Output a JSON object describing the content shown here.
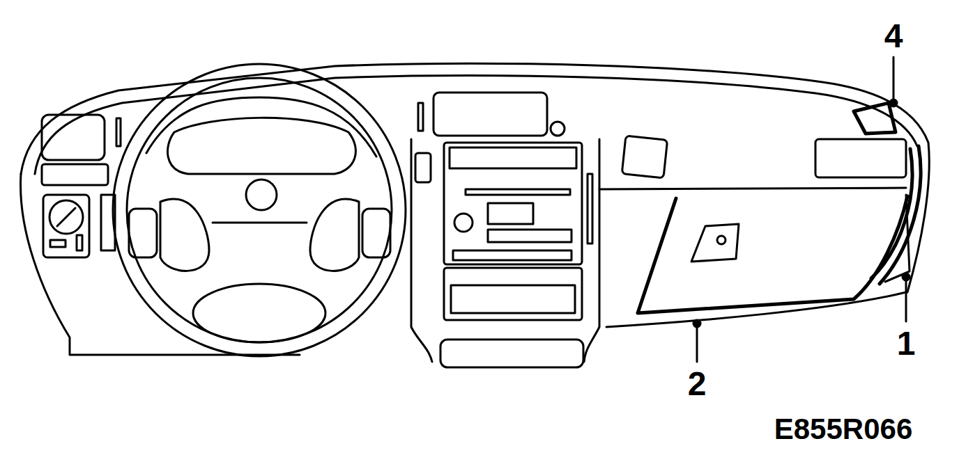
{
  "diagram": {
    "labels": [
      "4",
      "1",
      "2",
      "E855R066"
    ]
  }
}
